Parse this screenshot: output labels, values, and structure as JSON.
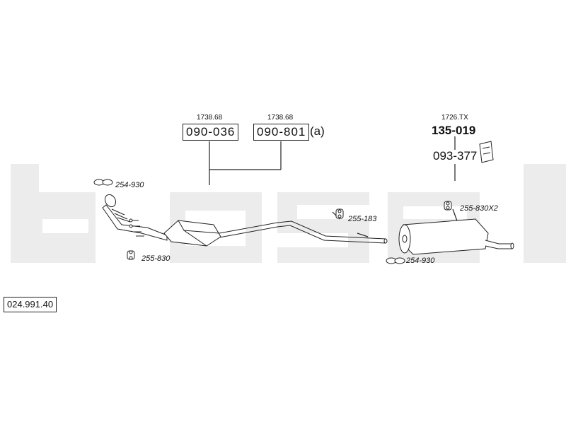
{
  "watermark": {
    "text": "bosal",
    "color": "#e8e8e8"
  },
  "document_number": "024.991.40",
  "parts": [
    {
      "ref": "1738.68",
      "part_number": "090-036",
      "boxed": true
    },
    {
      "ref": "1738.68",
      "part_number": "090-801",
      "boxed": true,
      "suffix": "(a)"
    },
    {
      "ref": "1726.TX",
      "part_number": "135-019",
      "boxed": false
    },
    {
      "part_number": "093-377",
      "boxed": false
    }
  ],
  "fittings": [
    {
      "label": "254-930"
    },
    {
      "label": "255-830"
    },
    {
      "label": "255-183"
    },
    {
      "label": "255-830X2"
    },
    {
      "label": "254-930"
    }
  ]
}
